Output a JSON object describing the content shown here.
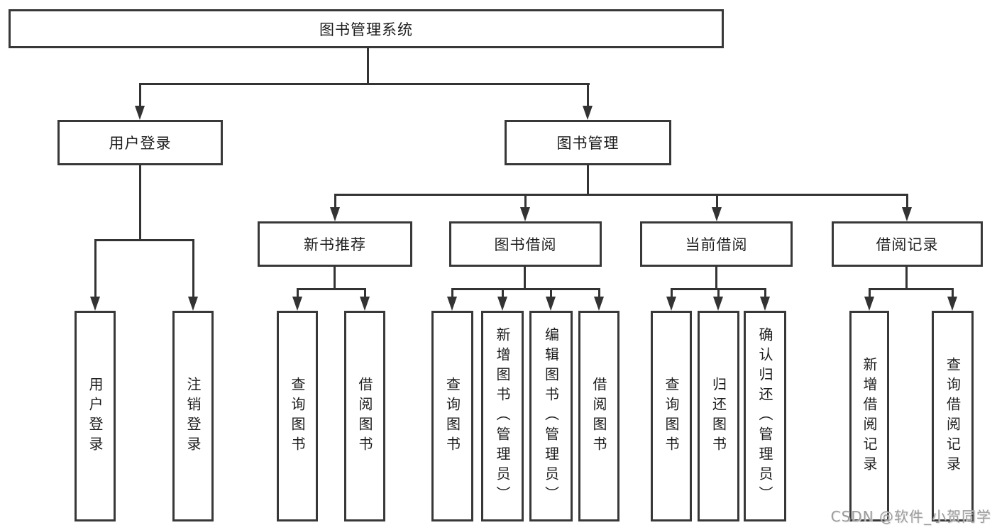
{
  "tree": {
    "root": "图书管理系统",
    "level2": [
      "用户登录",
      "图书管理"
    ],
    "level3": [
      "新书推荐",
      "图书借阅",
      "当前借阅",
      "借阅记录"
    ],
    "leaves": {
      "user_login": [
        "用户登录",
        "注销登录"
      ],
      "new_book_rec": [
        "查询图书",
        "借阅图书"
      ],
      "book_borrow": [
        "查询图书",
        "新增图书（管理员）",
        "编辑图书（管理员）",
        "借阅图书"
      ],
      "current_borrow": [
        "查询图书",
        "归还图书",
        "确认归还（管理员）"
      ],
      "borrow_records": [
        "新增借阅记录",
        "查询借阅记录"
      ]
    }
  },
  "watermark": "CSDN @软件_小贺同学",
  "colors": {
    "line": "#333333",
    "box_border": "#383838",
    "text": "#1c1c1c",
    "watermark": "#9c9c9c",
    "background": "#ffffff"
  }
}
